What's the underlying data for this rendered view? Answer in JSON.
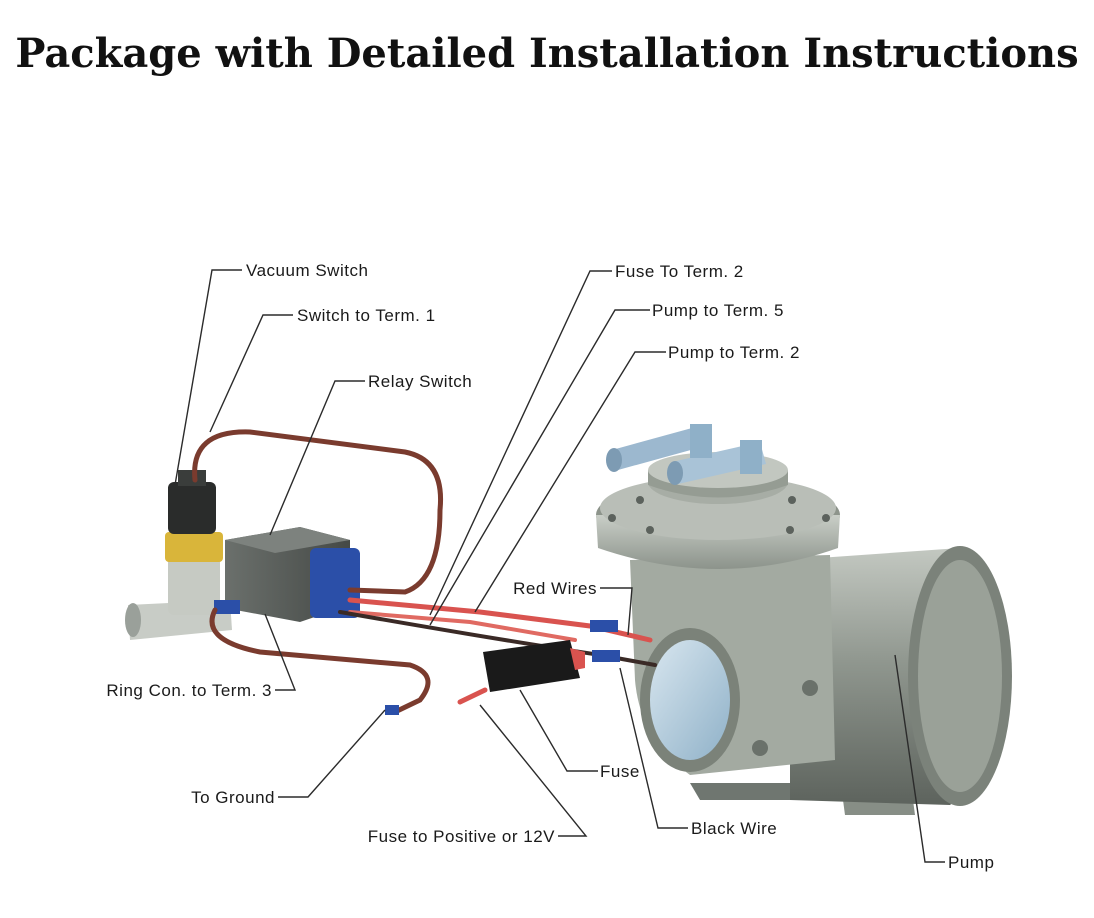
{
  "title": "Package with Detailed Installation Instructions",
  "labels": {
    "vacuum_switch": "Vacuum Switch",
    "switch_to_term1": "Switch to Term. 1",
    "relay_switch": "Relay Switch",
    "fuse_to_term2": "Fuse To Term. 2",
    "pump_to_term5": "Pump to Term. 5",
    "pump_to_term2": "Pump to Term. 2",
    "red_wires": "Red Wires",
    "ring_con_to_term3": "Ring Con. to Term. 3",
    "to_ground": "To Ground",
    "fuse": "Fuse",
    "fuse_to_positive": "Fuse to Positive or 12V",
    "black_wire": "Black Wire",
    "pump": "Pump"
  },
  "colors": {
    "red_wire": "#d9534f",
    "brown_wire": "#7a3b2e",
    "connector_blue": "#2b4fa8",
    "pump_body": "#9fa59d",
    "pump_dark": "#6f7670",
    "relay_body": "#5a5f5b",
    "fuse_holder": "#1a1a1a",
    "switch_yellow": "#d9b53a",
    "port_blue": "#a8c4d8"
  }
}
